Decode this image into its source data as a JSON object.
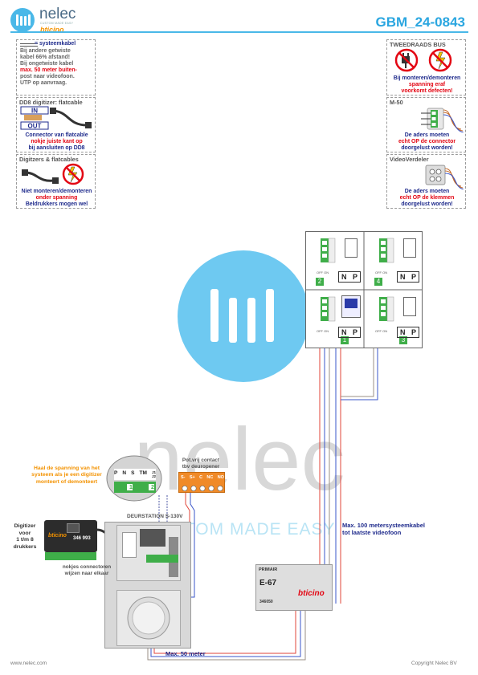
{
  "header": {
    "logo_name": "nelec",
    "logo_tagline": "CUSTOM MADE EASY",
    "logo_brand": "bticino",
    "doc_code": "GBM_24-0843"
  },
  "left_boxes": {
    "cable": {
      "title": "= systeemkabel",
      "lines": [
        "Bij andere getwiste",
        "kabel 66% afstand!",
        "Bij ongetwiste kabel",
        "max. 50 meter buiten-",
        "post naar videofoon.",
        "UTP op aanvraag."
      ]
    },
    "dd8": {
      "title": "DD8 digitizer: flatcable",
      "in_label": "IN",
      "out_label": "OUT",
      "lines": [
        "Connector van flatcable",
        "nokje juiste kant op",
        "bij aansluiten op DD8"
      ]
    },
    "flatcables": {
      "title": "Digitzers & flatcables",
      "lines": [
        "Niet monteren/demonteren",
        "onder spanning",
        "Beldrukkers mogen wel"
      ]
    }
  },
  "right_boxes": {
    "bus": {
      "title": "TWEEDRAADS BUS",
      "lines": [
        "Bij monteren/demonteren",
        "spanning eraf",
        "voorkomt defecten!"
      ]
    },
    "m50": {
      "title": "M-50",
      "lines": [
        "De aders moeten",
        "echt OP de connector",
        "doorgelust worden!"
      ]
    },
    "videoverdeler": {
      "title": "VideoVerdeler",
      "lines": [
        "De aders moeten",
        "echt OP de klemmen",
        "doorgelust worden!"
      ]
    }
  },
  "phones": {
    "off_on": "OFF ON",
    "n_label": "N",
    "p_label": "P",
    "units": [
      {
        "number": "2"
      },
      {
        "number": "4"
      },
      {
        "number": "1"
      },
      {
        "number": "3"
      }
    ]
  },
  "diagram": {
    "power_note": [
      "Haal de spanning van het",
      "systeem als je een digitizer",
      "monteert of demonteert"
    ],
    "terminal_labels": [
      "P",
      "N",
      "S",
      "TM",
      "J1",
      "J2"
    ],
    "terminal_numbers": [
      "1",
      "2"
    ],
    "relay_title": [
      "Pot.vrij contact",
      "tbv deuropener"
    ],
    "relay_terminals": [
      "S-",
      "S+",
      "C",
      "NC",
      "NO"
    ],
    "door_station_label": "DEURSTATION S-130V",
    "digitizer_label": [
      "Digitizer",
      "voor",
      "1 t/m 8",
      "drukkers"
    ],
    "digitizer_code": "346 993",
    "digitizer_brand": "bticino",
    "notch_note": [
      "nokjes connectoren",
      "wijzen naar elkaar"
    ],
    "supply_label": "E-67",
    "supply_primary": "PRIMAIR",
    "supply_brand": "bticino",
    "supply_code": "346050",
    "bus_length_note": [
      "Max. 100 metersysteemkabel",
      "tot laatste videofoon"
    ],
    "door_length_note": "Max. 50 meter"
  },
  "watermark": {
    "word": "nelec",
    "tagline": "CUSTOM MADE EASY"
  },
  "footer": {
    "left": "www.nelec.com",
    "right": "Copyright Nelec BV"
  },
  "colors": {
    "accent": "#2aa6e0",
    "warning_red": "#e30613",
    "label_blue": "#1f2b8c",
    "note_orange": "#f39200",
    "terminal_green": "#3fae49",
    "wire_blue": "#3a55c9",
    "wire_red": "#e0453a",
    "wire_grey": "#9a8f86"
  }
}
